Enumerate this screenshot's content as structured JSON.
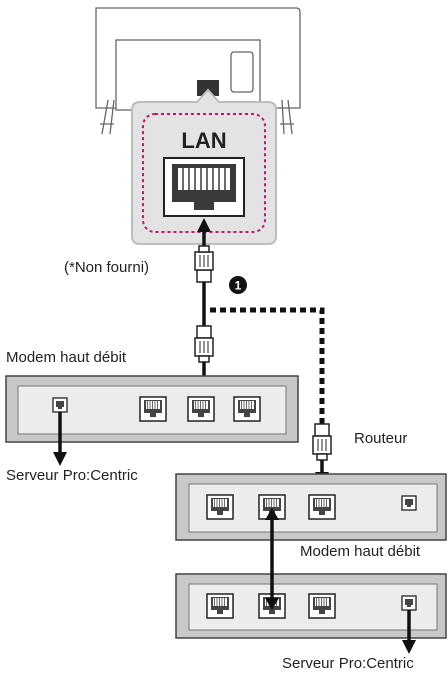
{
  "labels": {
    "lan": "LAN",
    "not_supplied": "(*Non fourni)",
    "step_number": "1",
    "modem_top": "Modem haut débit",
    "server_left": "Serveur Pro:Centric",
    "router": "Routeur",
    "modem_right": "Modem haut débit",
    "server_bottom": "Serveur Pro:Centric"
  },
  "colors": {
    "panel_fill": "#e3e3e3",
    "panel_stroke": "#bdbdbd",
    "lan_dash": "#c2186b",
    "device_fill": "#c8c8c8",
    "device_inner": "#ececec",
    "cable": "#111111",
    "text": "#222222"
  }
}
